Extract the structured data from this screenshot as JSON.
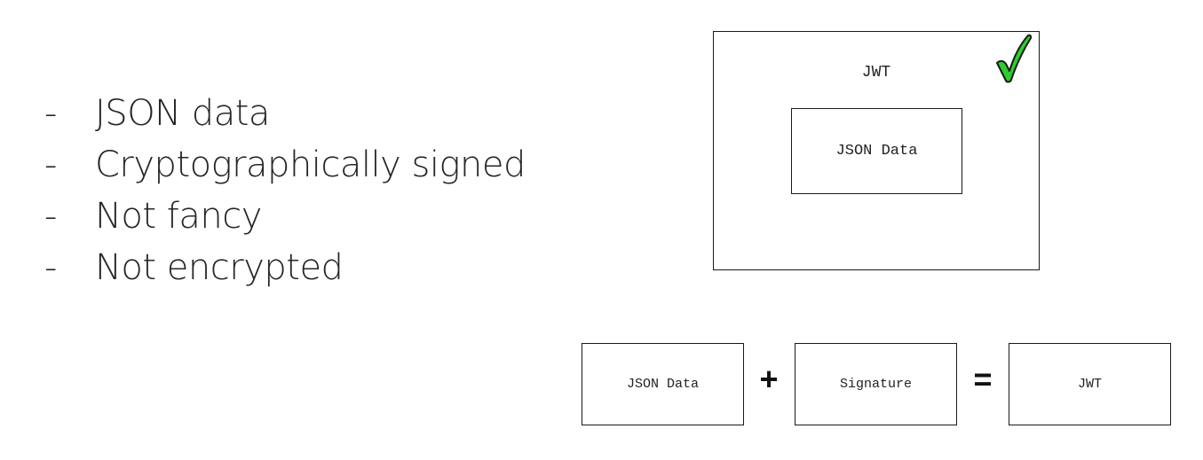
{
  "bullets": [
    {
      "dash": "-",
      "text": "JSON data"
    },
    {
      "dash": "-",
      "text": "Cryptographically signed"
    },
    {
      "dash": "-",
      "text": "Not fancy"
    },
    {
      "dash": "-",
      "text": "Not encrypted"
    }
  ],
  "jwt_diagram": {
    "outer_label": "JWT",
    "inner_label": "JSON Data",
    "check_icon": "green-checkmark",
    "check_color": "#2ecc2e"
  },
  "equation": {
    "box1": "JSON Data",
    "plus": "+",
    "box2": "Signature",
    "equals": "=",
    "box3": "JWT"
  }
}
